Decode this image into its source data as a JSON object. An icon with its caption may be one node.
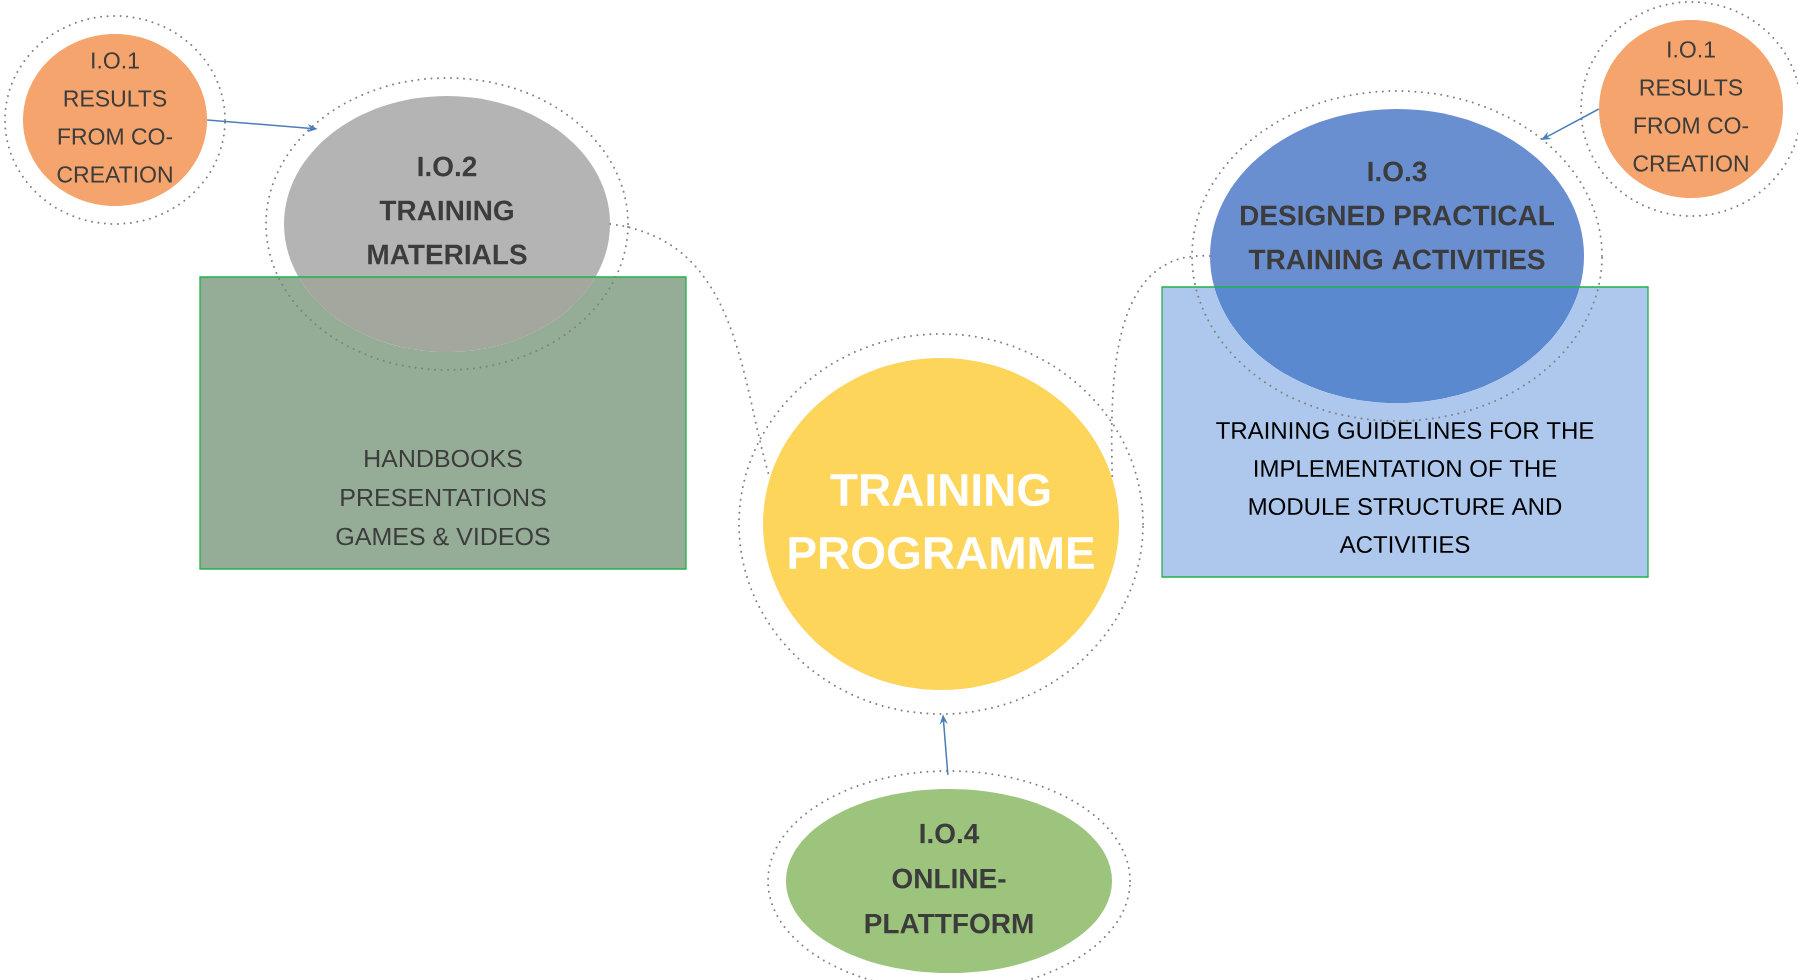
{
  "diagram": {
    "nodes": [
      {
        "text": [
          "I.O.1",
          "RESULTS FROM CO-CREATION"
        ]
      },
      {
        "text": [
          "I.O.2",
          "TRAINING MATERIALS"
        ]
      },
      {
        "text": [
          "HANDBOOKS",
          "PRESENTATIONS",
          "GAMES & VIDEOS"
        ]
      },
      {
        "text": [
          "TRAINING PROGRAMME"
        ]
      },
      {
        "text": [
          "I.O.3",
          "DESIGNED PRACTICAL TRAINING ACTIVITIES"
        ]
      },
      {
        "text": [
          "TRAINING GUIDELINES FOR THE IMPLEMENTATION OF THE MODULE STRUCTURE AND ACTIVITIES"
        ]
      },
      {
        "text": [
          "I.O.1",
          "RESULTS FROM CO-CREATION"
        ]
      },
      {
        "text": [
          "I.O.4",
          "ONLINE-PLATTFORM"
        ]
      }
    ],
    "edges": [
      {
        "from": 0,
        "to": 1,
        "arrow": "to"
      },
      {
        "from": 6,
        "to": 4,
        "arrow": "to"
      },
      {
        "from": 7,
        "to": 3,
        "arrow": "to"
      },
      {
        "from": 1,
        "to": 3,
        "arrow": "none",
        "style": "dashed",
        "color": "#7f7f7f"
      },
      {
        "from": 4,
        "to": 3,
        "arrow": "none",
        "style": "dashed",
        "color": "#7f7f7f"
      }
    ]
  }
}
